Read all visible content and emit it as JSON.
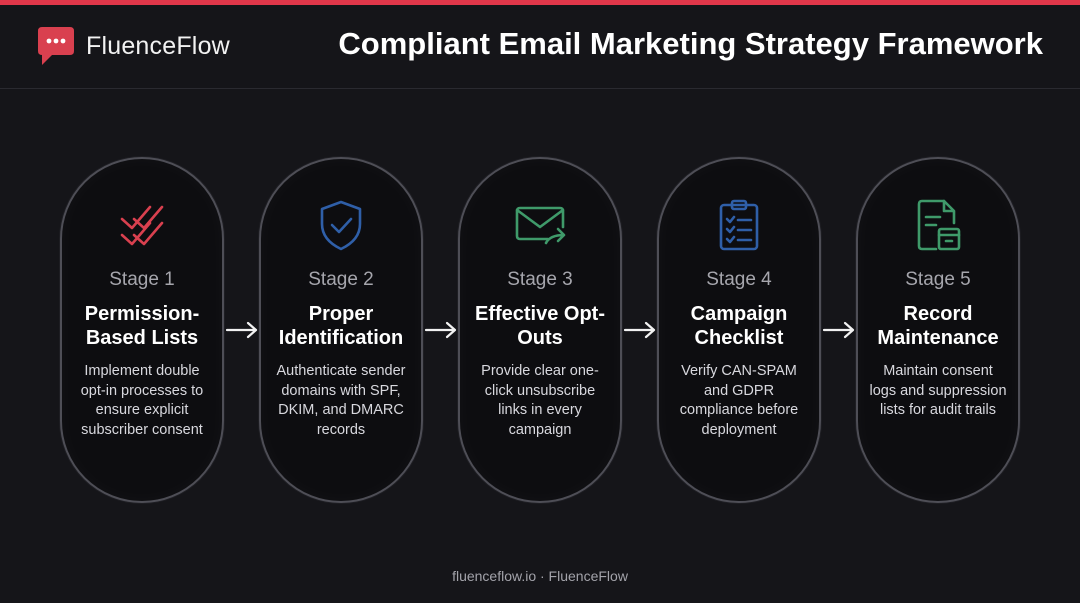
{
  "brand": {
    "name": "FluenceFlow",
    "accent_color": "#e0374a"
  },
  "header": {
    "title": "Compliant Email Marketing Strategy Framework"
  },
  "stages": [
    {
      "label": "Stage 1",
      "title": "Permission-Based Lists",
      "description": "Implement double opt-in processes to ensure explicit subscriber consent",
      "icon": "double-check-icon",
      "icon_color": "#d9404f"
    },
    {
      "label": "Stage 2",
      "title": "Proper Identification",
      "description": "Authenticate sender domains with SPF, DKIM, and DMARC records",
      "icon": "shield-check-icon",
      "icon_color": "#2f5fa8"
    },
    {
      "label": "Stage 3",
      "title": "Effective Opt-Outs",
      "description": "Provide clear one-click unsubscribe links in every campaign",
      "icon": "envelope-forward-icon",
      "icon_color": "#3f9a6a"
    },
    {
      "label": "Stage 4",
      "title": "Campaign Checklist",
      "description": "Verify CAN-SPAM and GDPR compliance before deployment",
      "icon": "clipboard-checklist-icon",
      "icon_color": "#2f5fa8"
    },
    {
      "label": "Stage 5",
      "title": "Record Maintenance",
      "description": "Maintain consent logs and suppression lists for audit trails",
      "icon": "document-archive-icon",
      "icon_color": "#3f9a6a"
    }
  ],
  "footer": {
    "text": "fluenceflow.io · FluenceFlow"
  }
}
